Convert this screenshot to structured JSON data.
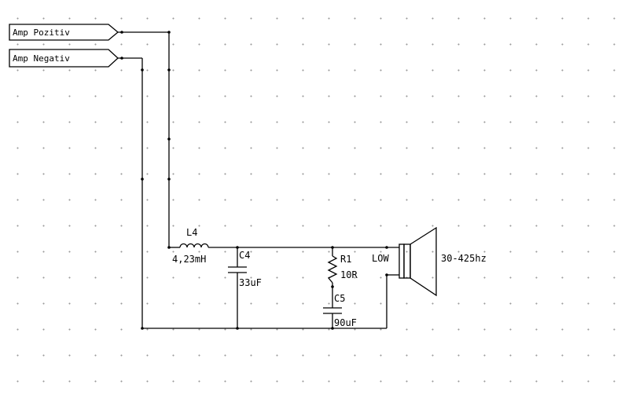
{
  "ports": {
    "positive": "Amp Pozitiv",
    "negative": "Amp Negativ"
  },
  "components": {
    "inductor": {
      "ref": "L4",
      "value": "4,23mH"
    },
    "cap1": {
      "ref": "C4",
      "value": "33uF"
    },
    "resistor": {
      "ref": "R1",
      "value": "10R"
    },
    "cap2": {
      "ref": "C5",
      "value": "90uF"
    },
    "speaker": {
      "label": "LOW",
      "range": "30-425hz"
    }
  }
}
